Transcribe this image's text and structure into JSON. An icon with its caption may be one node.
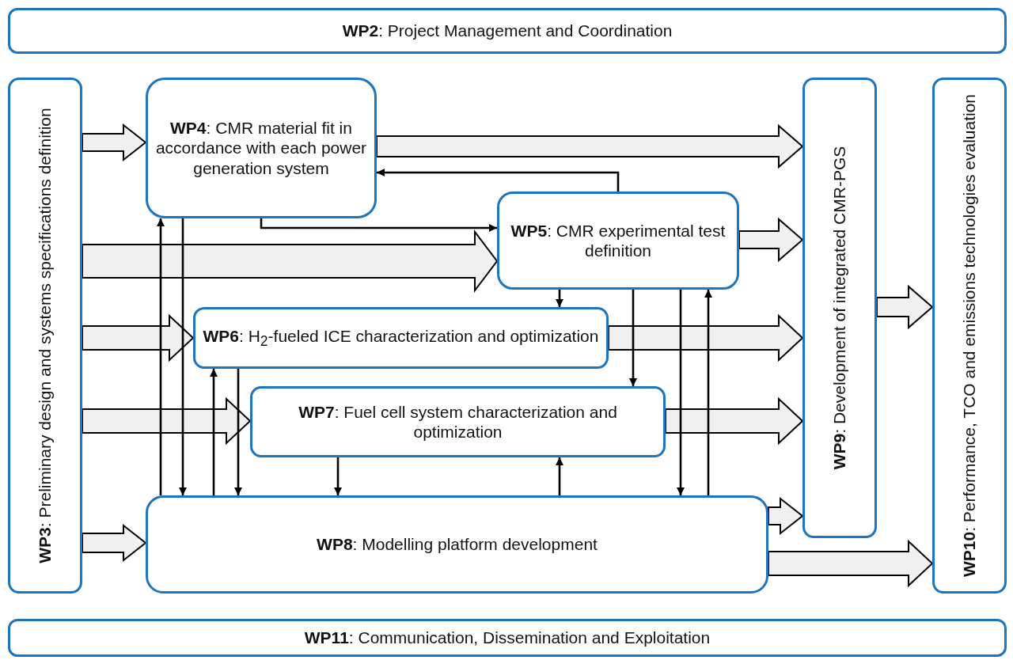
{
  "diagram": {
    "nodes": [
      {
        "text": [
          "**WP2**: Project Management and Coordination"
        ]
      },
      {
        "text": [
          "**WP3**: Preliminary design and systems specifications definition"
        ]
      },
      {
        "text": [
          "**WP4**: CMR material fit in accordance with each power generation system"
        ]
      },
      {
        "text": [
          "**WP5**: CMR experimental test definition"
        ]
      },
      {
        "text": [
          "**WP6**: H$_{2}$-fueled ICE characterization and optimization"
        ]
      },
      {
        "text": [
          "**WP7**: Fuel cell system characterization and optimization"
        ]
      },
      {
        "text": [
          "**WP8**: Modelling platform development"
        ]
      },
      {
        "text": [
          "**WP9**: Development of integrated CMR-PGS"
        ]
      },
      {
        "text": [
          "**WP10**: Performance, TCO and emissions technologies evaluation"
        ]
      },
      {
        "text": [
          "**WP11**: Communication, Dissemination and Exploitation"
        ]
      }
    ],
    "edges": [
      {
        "from": 1,
        "to": 2,
        "arrow": "to",
        "style": "thick"
      },
      {
        "from": 1,
        "to": 3,
        "arrow": "to",
        "style": "thick"
      },
      {
        "from": 1,
        "to": 4,
        "arrow": "to",
        "style": "thick"
      },
      {
        "from": 1,
        "to": 5,
        "arrow": "to",
        "style": "thick"
      },
      {
        "from": 1,
        "to": 6,
        "arrow": "to",
        "style": "thick"
      },
      {
        "from": 2,
        "to": 7,
        "arrow": "to",
        "style": "thick"
      },
      {
        "from": 3,
        "to": 7,
        "arrow": "to",
        "style": "thick"
      },
      {
        "from": 4,
        "to": 7,
        "arrow": "to",
        "style": "thick"
      },
      {
        "from": 5,
        "to": 7,
        "arrow": "to",
        "style": "thick"
      },
      {
        "from": 6,
        "to": 7,
        "arrow": "to",
        "style": "thick"
      },
      {
        "from": 6,
        "to": 8,
        "arrow": "to",
        "style": "thick"
      },
      {
        "from": 7,
        "to": 8,
        "arrow": "to",
        "style": "thick"
      },
      {
        "from": 6,
        "to": 2,
        "arrow": "to"
      },
      {
        "from": 2,
        "to": 6,
        "arrow": "to"
      },
      {
        "from": 6,
        "to": 4,
        "arrow": "to"
      },
      {
        "from": 4,
        "to": 6,
        "arrow": "to"
      },
      {
        "from": 5,
        "to": 6,
        "arrow": "to"
      },
      {
        "from": 6,
        "to": 5,
        "arrow": "to"
      },
      {
        "from": 2,
        "to": 3,
        "arrow": "to"
      },
      {
        "from": 3,
        "to": 2,
        "arrow": "to"
      },
      {
        "from": 3,
        "to": 4,
        "arrow": "to"
      },
      {
        "from": 3,
        "to": 5,
        "arrow": "to"
      },
      {
        "from": 3,
        "to": 6,
        "arrow": "to"
      },
      {
        "from": 6,
        "to": 3,
        "arrow": "to"
      }
    ]
  }
}
